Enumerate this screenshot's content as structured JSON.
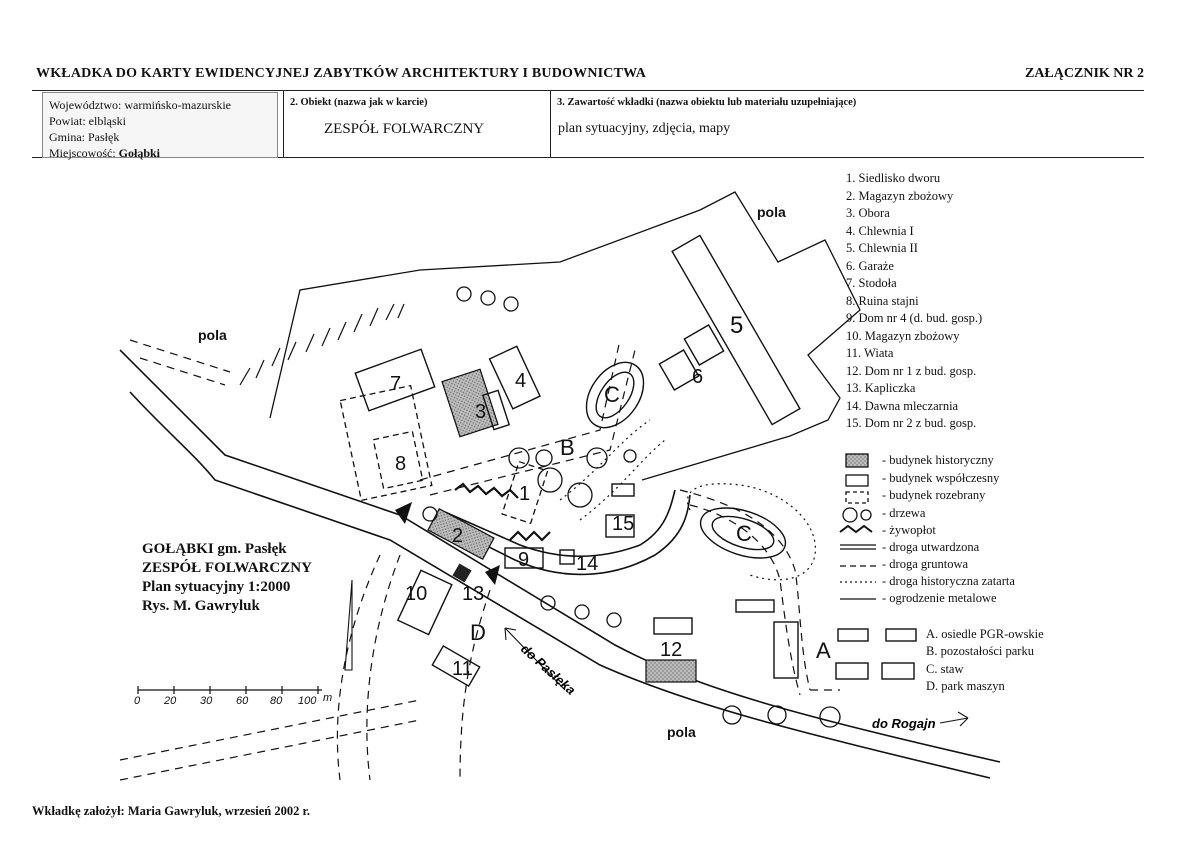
{
  "header": {
    "title": "WKŁADKA DO KARTY EWIDENCYJNEJ ZABYTKÓW ARCHITEKTURY I BUDOWNICTWA",
    "attachment": "ZAŁĄCZNIK NR 2"
  },
  "location": {
    "voivodeship_label": "Województwo:",
    "voivodeship": "warmińsko-mazurskie",
    "county_label": "Powiat:",
    "county": "elbląski",
    "commune_label": "Gmina:",
    "commune": "Pasłęk",
    "locality_label": "Miejscowość:",
    "locality": "Gołąbki"
  },
  "object": {
    "heading": "2. Obiekt (nazwa jak w karcie)",
    "value": "ZESPÓŁ FOLWARCZNY"
  },
  "contents": {
    "heading": "3. Zawartość wkładki (nazwa obiektu lub materiału uzupełniające)",
    "value": "plan sytuacyjny, zdjęcia, mapy"
  },
  "legend_list": [
    "1.   Siedlisko dworu",
    "2.   Magazyn zbożowy",
    "3.   Obora",
    "4.   Chlewnia I",
    "5.   Chlewnia II",
    "6.   Garaże",
    "7.   Stodoła",
    "8.   Ruina stajni",
    "9.   Dom nr 4   (d. bud. gosp.)",
    "10. Magazyn zbożowy",
    "11. Wiata",
    "12. Dom nr 1 z bud. gosp.",
    "13. Kapliczka",
    "14. Dawna mleczarnia",
    "15. Dom nr 2 z bud. gosp."
  ],
  "legend_symbols": [
    "- budynek historyczny",
    "- budynek współczesny",
    "- budynek rozebrany",
    "- drzewa",
    "- żywopłot",
    "- droga utwardzona",
    "- droga gruntowa",
    "- droga historyczna zatarta",
    "- ogrodzenie metalowe"
  ],
  "legend_areas": [
    "A. osiedle PGR-owskie",
    "B. pozostałości parku",
    "C. staw",
    "D. park maszyn"
  ],
  "map_title": {
    "line1": "GOŁĄBKI gm. Pasłęk",
    "line2": "ZESPÓŁ FOLWARCZNY",
    "line3": "Plan sytuacyjny 1:2000",
    "line4": "Rys. M. Gawryluk"
  },
  "map_labels": {
    "pola_top": "pola",
    "pola_left": "pola",
    "pola_bottom": "pola",
    "do_paslka": "do Pasłęka",
    "do_rogajn": "do Rogajn",
    "area_a": "A",
    "area_b": "B",
    "area_c1": "C",
    "area_c2": "C",
    "area_d": "D",
    "b1": "1",
    "b2": "2",
    "b3": "3",
    "b4": "4",
    "b5": "5",
    "b6": "6",
    "b7": "7",
    "b8": "8",
    "b9": "9",
    "b10": "10",
    "b11": "11",
    "b12": "12",
    "b13": "13",
    "b14": "14",
    "b15": "15"
  },
  "scale_bar": {
    "ticks": [
      "0",
      "20",
      "30",
      "60",
      "80",
      "100"
    ],
    "unit": "m"
  },
  "footer": "Wkładkę założył: Maria Gawryluk, wrzesień 2002 r."
}
